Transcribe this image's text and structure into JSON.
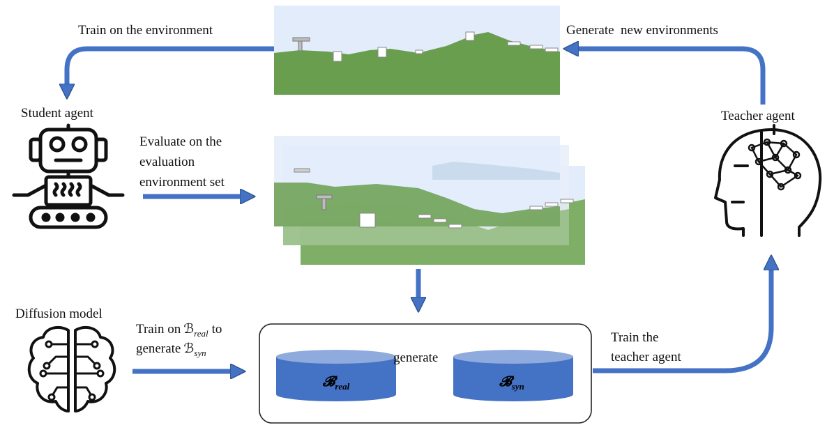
{
  "labels": {
    "train_on_env": "Train on the environment",
    "generate_new_envs": "Generate  new environments",
    "student_agent": "Student agent",
    "teacher_agent": "Teacher agent",
    "evaluate_line1": "Evaluate on the",
    "evaluate_line2": "evaluation",
    "evaluate_line3": "environment set",
    "diffusion_model": "Diffusion model",
    "train_on_prefix": "Train on",
    "train_on_suffix": "to",
    "generate_prefix": "generate",
    "real_sub": "real",
    "syn_sub": "syn",
    "buffer_symbol": "ℬ",
    "buffer_symbol_bold": "𝓑",
    "generate_mid": "generate",
    "train_teacher_line1": "Train the",
    "train_teacher_line2": "teacher agent"
  },
  "colors": {
    "arrow": "#4472c4",
    "arrow_edge": "#2f528f",
    "sky": "#e3ecfa",
    "ground": "#6a9e4f",
    "cylinder_body": "#4472c4",
    "cylinder_top": "#8faadc"
  },
  "icons": {
    "student": "robot-icon",
    "teacher": "head-network-icon",
    "diffusion": "brain-circuit-icon"
  }
}
